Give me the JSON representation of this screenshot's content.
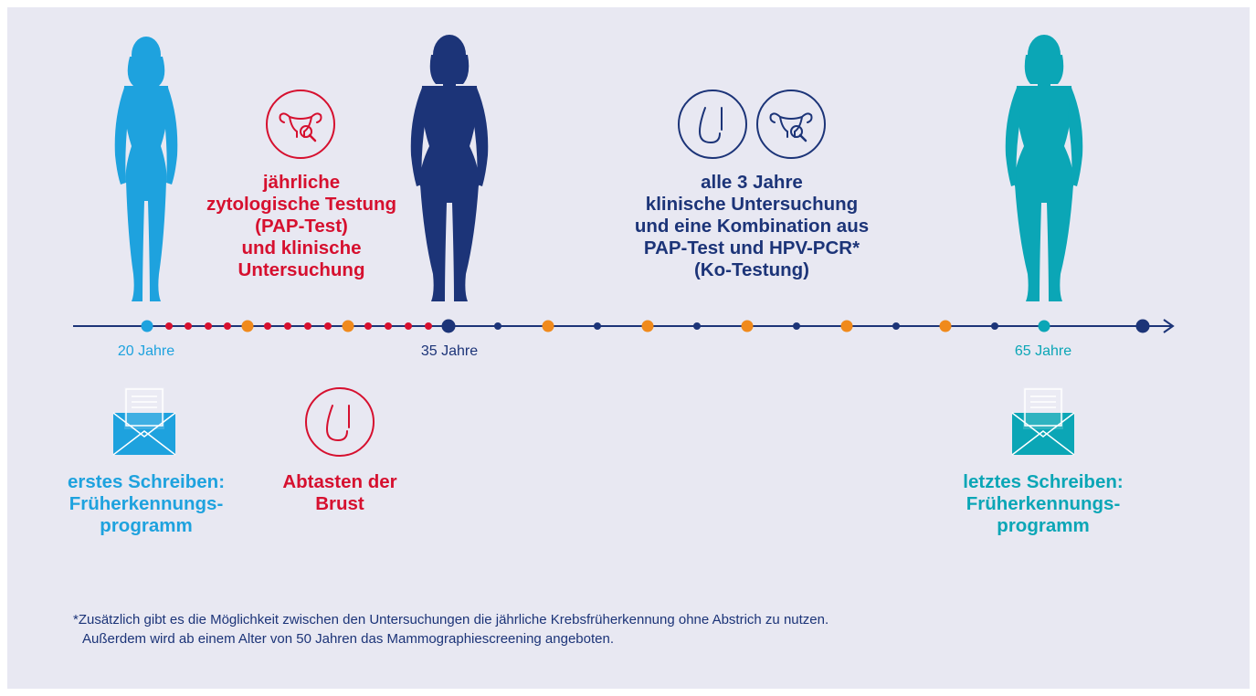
{
  "colors": {
    "background": "#e8e8f2",
    "light_blue": "#1ea2de",
    "red": "#d6102f",
    "navy": "#1c3478",
    "orange": "#f08a1c",
    "teal": "#0ba6b6"
  },
  "figures": [
    {
      "name": "woman-20-figure",
      "color": "light_blue"
    },
    {
      "name": "woman-35-figure",
      "color": "navy"
    },
    {
      "name": "woman-65-figure",
      "color": "teal"
    }
  ],
  "timeline": {
    "labels": [
      "20 Jahre",
      "35 Jahre",
      "65 Jahre"
    ]
  },
  "phase1": {
    "lines": [
      "jährliche",
      "zytologische Testung",
      "(PAP-Test)",
      "und klinische",
      "Untersuchung"
    ],
    "icon": "uterus-magnifier-icon"
  },
  "phase2": {
    "lines": [
      "alle 3 Jahre",
      "klinische Untersuchung",
      "und eine Kombination aus",
      "PAP-Test und HPV-PCR*",
      "(Ko-Testung)"
    ],
    "icons": [
      "breast-icon",
      "uterus-magnifier-icon"
    ]
  },
  "letter_first": {
    "icon": "letter-envelope-icon",
    "lines": [
      "erstes Schreiben:",
      "Früherkennungs-",
      "programm"
    ]
  },
  "breast_exam": {
    "icon": "breast-icon",
    "lines": [
      "Abtasten der",
      "Brust"
    ]
  },
  "letter_last": {
    "icon": "letter-envelope-icon",
    "lines": [
      "letztes Schreiben:",
      "Früherkennungs-",
      "programm"
    ]
  },
  "footnote": {
    "lines": [
      "*Zusätzlich gibt es die Möglichkeit zwischen den Untersuchungen die jährliche Krebsfrüherkennung ohne Abstrich zu nutzen.",
      "Außerdem wird ab einem Alter von 50 Jahren das Mammographiescreening angeboten."
    ]
  }
}
